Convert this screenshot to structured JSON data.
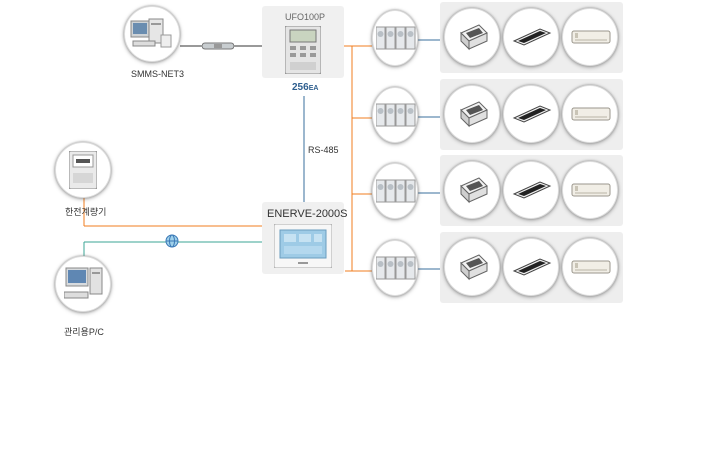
{
  "labels": {
    "smms": "SMMS-NET3",
    "ufo_title": "UFO100P",
    "ufo_count": "256",
    "ufo_unit": "EA",
    "rs485": "RS-485",
    "enerve": "ENERVE-2000S",
    "meter": "한전계량기",
    "pc": "관리용P/C"
  },
  "icons": {
    "smms": "desktop-computer-icon",
    "ufo": "controller-device-icon",
    "enerve": "touch-panel-controller-icon",
    "meter": "power-meter-icon",
    "pc": "management-pc-icon",
    "outdoor": "outdoor-unit-icon",
    "cassette4": "four-way-cassette-icon",
    "cassette1": "one-way-cassette-icon",
    "wall": "wall-mounted-unit-icon",
    "network": "network-globe-icon",
    "converter": "signal-converter-icon"
  },
  "colors": {
    "orange": "#f07d1f",
    "blue": "#3a6f9c",
    "green": "#3ba595",
    "ufo_count": "#2f5f8f"
  }
}
